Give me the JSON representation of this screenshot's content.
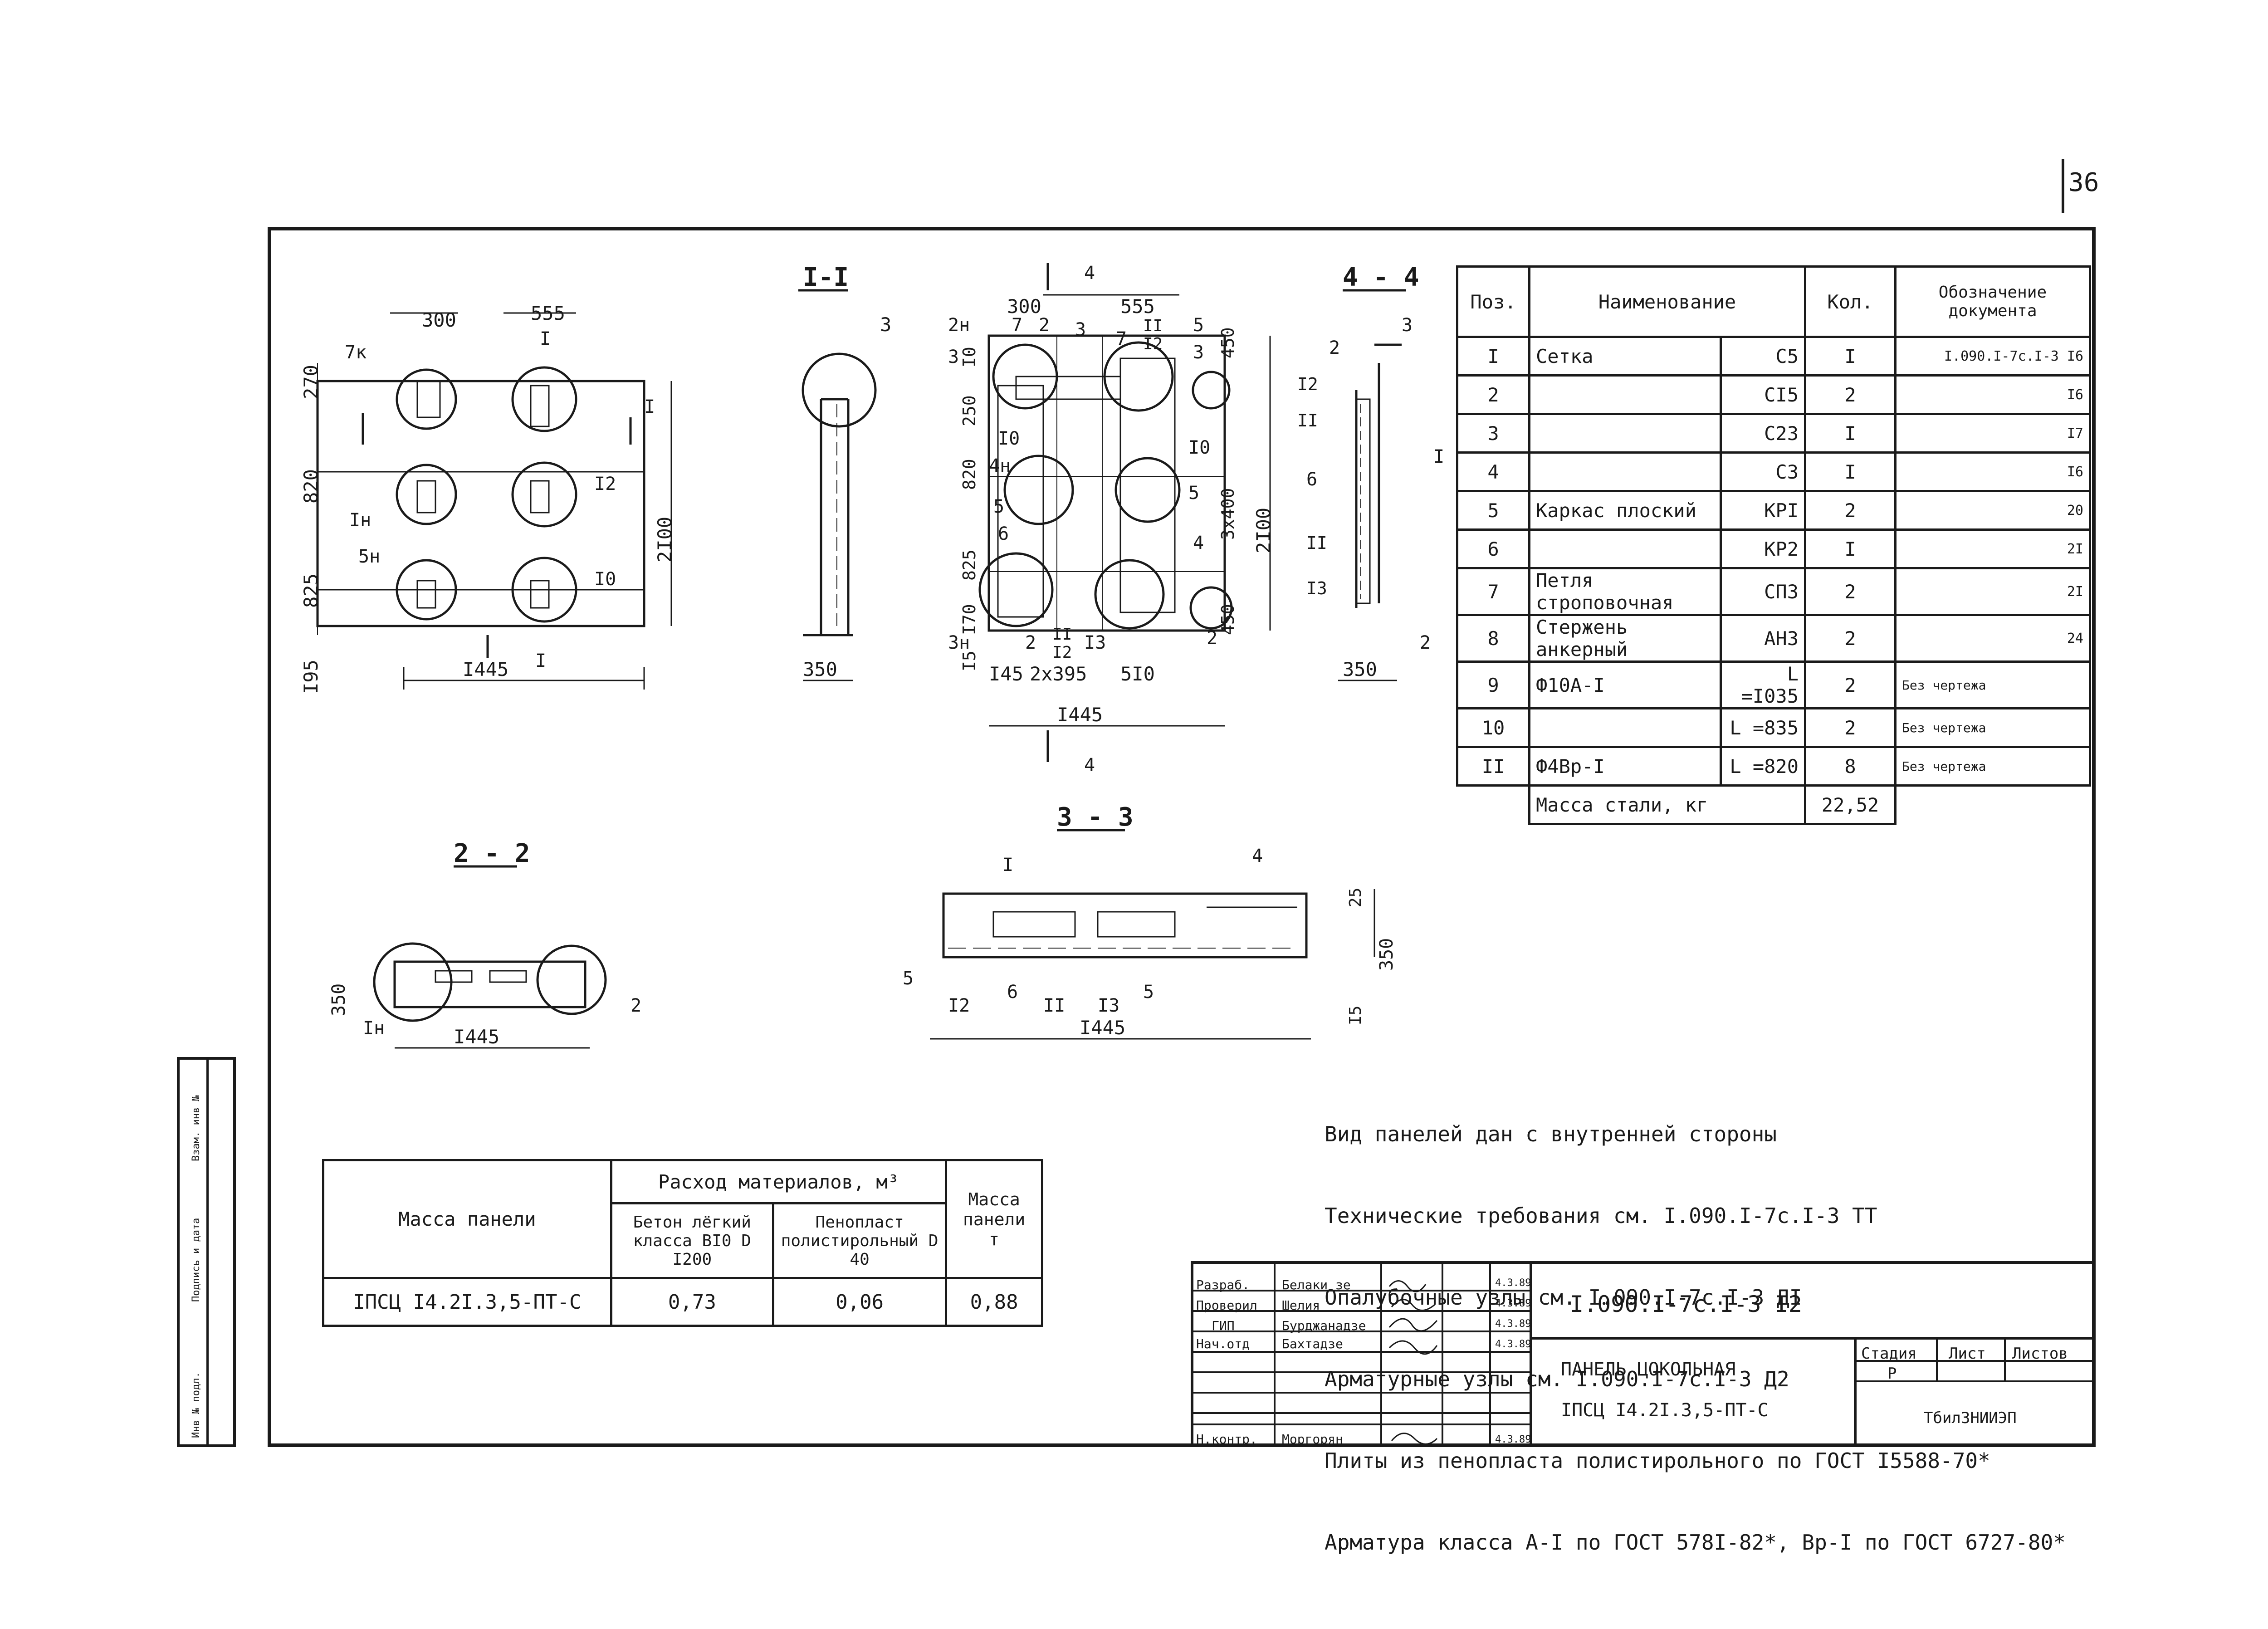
{
  "sheet_number": "36",
  "binding_strip": [
    "Инв № подл.",
    "Подпись и дата",
    "Взам. инв №"
  ],
  "sections": {
    "s11": "I-I",
    "s22": "2 - 2",
    "s33": "3 - 3",
    "s44": "4 - 4"
  },
  "plan_view": {
    "dims": [
      "300",
      "555",
      "270",
      "820",
      "825",
      "I95",
      "2I00",
      "I445"
    ],
    "labels": [
      "7к",
      "Iн",
      "5н",
      "I2",
      "I0",
      "I",
      "I",
      "I"
    ]
  },
  "section_11": {
    "labels": [
      "3"
    ],
    "dims": [
      "350"
    ]
  },
  "rebar_view": {
    "dims": [
      "300",
      "555",
      "I0",
      "250",
      "820",
      "825",
      "I70",
      "I5",
      "I45",
      "2x395",
      "5I0",
      "I445",
      "450",
      "3x400",
      "450",
      "2I00"
    ],
    "labels": [
      "2н",
      "3",
      "7",
      "2",
      "3",
      "7",
      "II",
      "I2",
      "5",
      "3",
      "I0",
      "4н",
      "5",
      "6",
      "I0",
      "5",
      "4",
      "3н",
      "2",
      "II",
      "I2",
      "I3",
      "2",
      "4",
      "4"
    ]
  },
  "section_44": {
    "labels": [
      "2",
      "3",
      "I2",
      "II",
      "6",
      "II",
      "I3",
      "I",
      "2"
    ],
    "dims": [
      "350"
    ]
  },
  "section_22": {
    "labels": [
      "Iн",
      "2"
    ],
    "dims": [
      "350",
      "I445"
    ]
  },
  "section_33": {
    "labels": [
      "I",
      "4",
      "5",
      "I2",
      "6",
      "II",
      "I3",
      "5"
    ],
    "dims": [
      "25",
      "350",
      "I5",
      "I445"
    ]
  },
  "spec_table": {
    "headers": [
      "Поз.",
      "Наименование",
      "Кол.",
      "Обозначение документа"
    ],
    "rows": [
      {
        "pos": "I",
        "name": "Сетка",
        "mark": "С5",
        "qty": "I",
        "doc": "I.090.I-7с.I-3  I6"
      },
      {
        "pos": "2",
        "name": "",
        "mark": "СI5",
        "qty": "2",
        "doc": "I6"
      },
      {
        "pos": "3",
        "name": "",
        "mark": "С23",
        "qty": "I",
        "doc": "I7"
      },
      {
        "pos": "4",
        "name": "",
        "mark": "С3",
        "qty": "I",
        "doc": "I6"
      },
      {
        "pos": "5",
        "name": "Каркас плоский",
        "mark": "КРI",
        "qty": "2",
        "doc": "20"
      },
      {
        "pos": "6",
        "name": "",
        "mark": "КР2",
        "qty": "I",
        "doc": "2I"
      },
      {
        "pos": "7",
        "name": "Петля строповочная",
        "mark": "СП3",
        "qty": "2",
        "doc": "2I"
      },
      {
        "pos": "8",
        "name": "Стержень анкерный",
        "mark": "АН3",
        "qty": "2",
        "doc": "24"
      },
      {
        "pos": "9",
        "name": "Ф10А-I",
        "mark": "L =I035",
        "qty": "2",
        "doc": "Без чертежа"
      },
      {
        "pos": "10",
        "name": "",
        "mark": "L =835",
        "qty": "2",
        "doc": "Без чертежа"
      },
      {
        "pos": "II",
        "name": "Ф4Вр-I",
        "mark": "L =820",
        "qty": "8",
        "doc": "Без чертежа"
      }
    ],
    "total_label": "Масса стали,  кг",
    "total_value": "22,52"
  },
  "notes": [
    "Вид панелей дан с внутренней стороны",
    "Технические требования см. I.090.I-7с.I-3 ТТ",
    "Опалубочные узлы см. I.090.I-7с.I-3 ДI",
    "Арматурные узлы см. I.090.I-7с.I-3 Д2",
    "Плиты из пенопласта полистирольного по ГОСТ I5588-70*",
    "Арматура класса А-I по ГОСТ 578I-82*, Вр-I по ГОСТ 6727-80*"
  ],
  "materials_table": {
    "col_panel": "Масса панели",
    "col_group": "Расход материалов, м³",
    "col_concrete": "Бетон лёгкий класса  BI0 D I200",
    "col_foam": "Пенопласт полистирольный D 40",
    "col_mass": "Масса панели т",
    "row": {
      "name": "IПСЦ I4.2I.3,5-ПТ-С",
      "concrete": "0,73",
      "foam": "0,06",
      "mass": "0,88"
    }
  },
  "title_block": {
    "roles": [
      "Разраб.",
      "Проверил",
      "ГИП",
      "Нач.отд",
      "",
      "Н.контр."
    ],
    "names": [
      "Белаки зе",
      "Шелия",
      "Бурджанадзе",
      "Бахтадзе",
      "",
      "Моргорян"
    ],
    "dates": [
      "4.3.89",
      "4.3.89",
      "4.3.89",
      "4.3.89",
      "",
      "4.3.89"
    ],
    "doc_code": "I.090.I-7с.I-3  I2",
    "title_line1": "ПАНЕЛЬ ЦОКОЛЬНАЯ",
    "title_line2": "IПСЦ I4.2I.3,5-ПТ-С",
    "stage_label": "Стадия",
    "sheet_label": "Лист",
    "sheets_label": "Листов",
    "stage_value": "Р",
    "org": "ТбилЗНИИЭП"
  }
}
